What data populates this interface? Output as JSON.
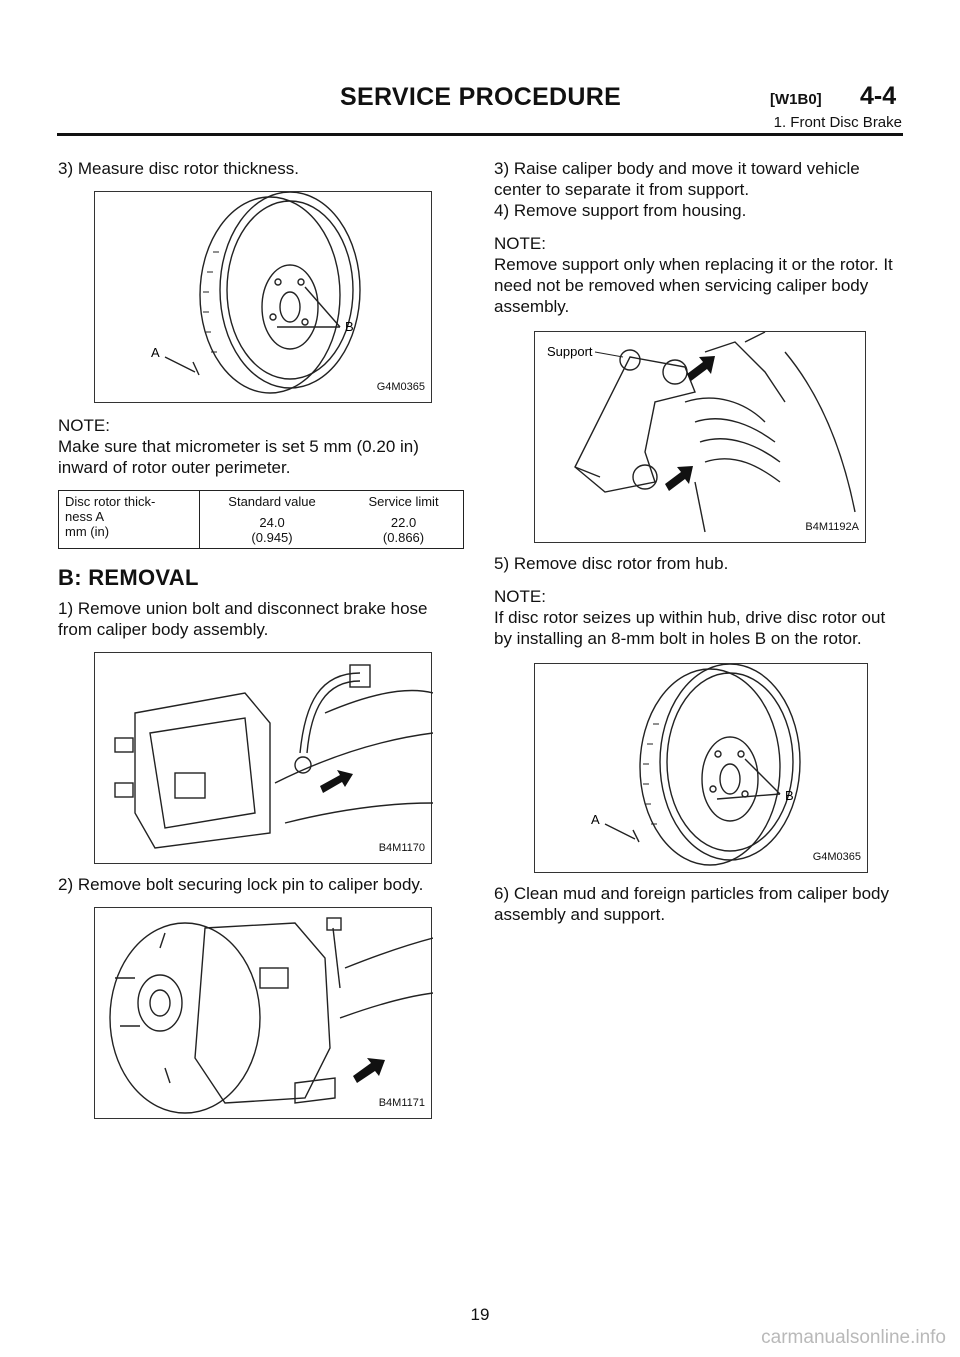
{
  "header": {
    "title": "SERVICE PROCEDURE",
    "code": "[W1B0]",
    "section": "4-4",
    "subtitle": "1. Front Disc Brake"
  },
  "left": {
    "step3": "3) Measure disc rotor thickness.",
    "fig1": {
      "caption": "G4M0365",
      "label_a": "A",
      "label_b": "B"
    },
    "note_heading": "NOTE:",
    "note_text": "Make sure that micrometer is set 5 mm (0.20 in) inward of rotor outer perimeter.",
    "spec": {
      "label": "Disc rotor thick-\nness A\nmm (in)",
      "col1_head": "Standard value",
      "col2_head": "Service limit",
      "col1_value": "24.0",
      "col1_sub": "(0.945)",
      "col2_value": "22.0",
      "col2_sub": "(0.866)"
    },
    "section_heading": "B: REMOVAL",
    "step1": "1) Remove union bolt and disconnect brake hose from caliper body assembly.",
    "fig2": {
      "caption": "B4M1170"
    },
    "step2": "2) Remove bolt securing lock pin to caliper body.",
    "fig3": {
      "caption": "B4M1171"
    }
  },
  "right": {
    "step3": "3) Raise caliper body and move it toward vehicle center to separate it from support.",
    "step4": "4) Remove support from housing.",
    "note1_heading": "NOTE:",
    "note1_text": "Remove support only when replacing it or the rotor. It need not be removed when servicing caliper body assembly.",
    "fig4": {
      "caption": "B4M1192A",
      "label_support": "Support"
    },
    "step5": "5) Remove disc rotor from hub.",
    "note2_heading": "NOTE:",
    "note2_text": "If disc rotor seizes up within hub, drive disc rotor out by installing an 8-mm bolt in holes B on the rotor.",
    "fig5": {
      "caption": "G4M0365",
      "label_a": "A",
      "label_b": "B"
    },
    "step6": "6) Clean mud and foreign particles from caliper body assembly and support."
  },
  "footer": {
    "page_number": "19",
    "watermark": "carmanualsonline.info"
  }
}
